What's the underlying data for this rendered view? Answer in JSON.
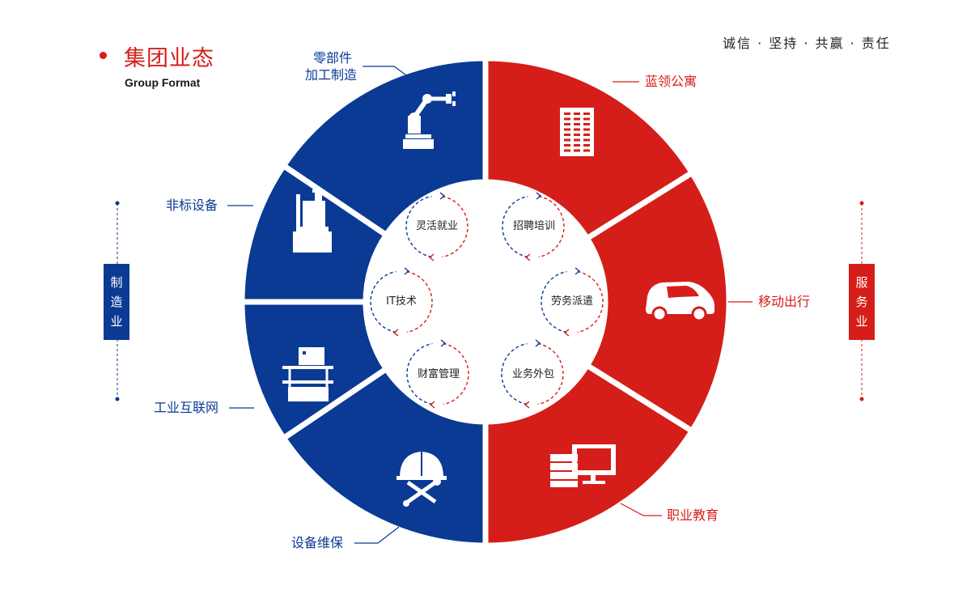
{
  "header": {
    "title_cn": "集团业态",
    "title_en": "Group Format",
    "slogan": "诚信 · 坚持 · 共赢 · 责任"
  },
  "side": {
    "left": [
      "制",
      "造",
      "业"
    ],
    "right": [
      "服",
      "务",
      "业"
    ]
  },
  "segments_left": [
    {
      "line1": "零部件",
      "line2": "加工制造",
      "icon": "robot-arm-icon"
    },
    {
      "label": "非标设备",
      "icon": "press-machine-icon"
    },
    {
      "label": "工业互联网",
      "icon": "workstation-icon"
    },
    {
      "label": "设备维保",
      "icon": "helmet-tools-icon"
    }
  ],
  "segments_right": [
    {
      "label": "蓝领公寓",
      "icon": "apartment-building-icon"
    },
    {
      "label": "移动出行",
      "icon": "car-icon"
    },
    {
      "label": "职业教育",
      "icon": "books-computer-icon"
    }
  ],
  "services": [
    "灵活就业",
    "招聘培训",
    "IT技术",
    "劳务派遣",
    "财富管理",
    "业务外包"
  ],
  "colors": {
    "blue": "#0a3a94",
    "red": "#d51e19",
    "text": "#222222"
  }
}
